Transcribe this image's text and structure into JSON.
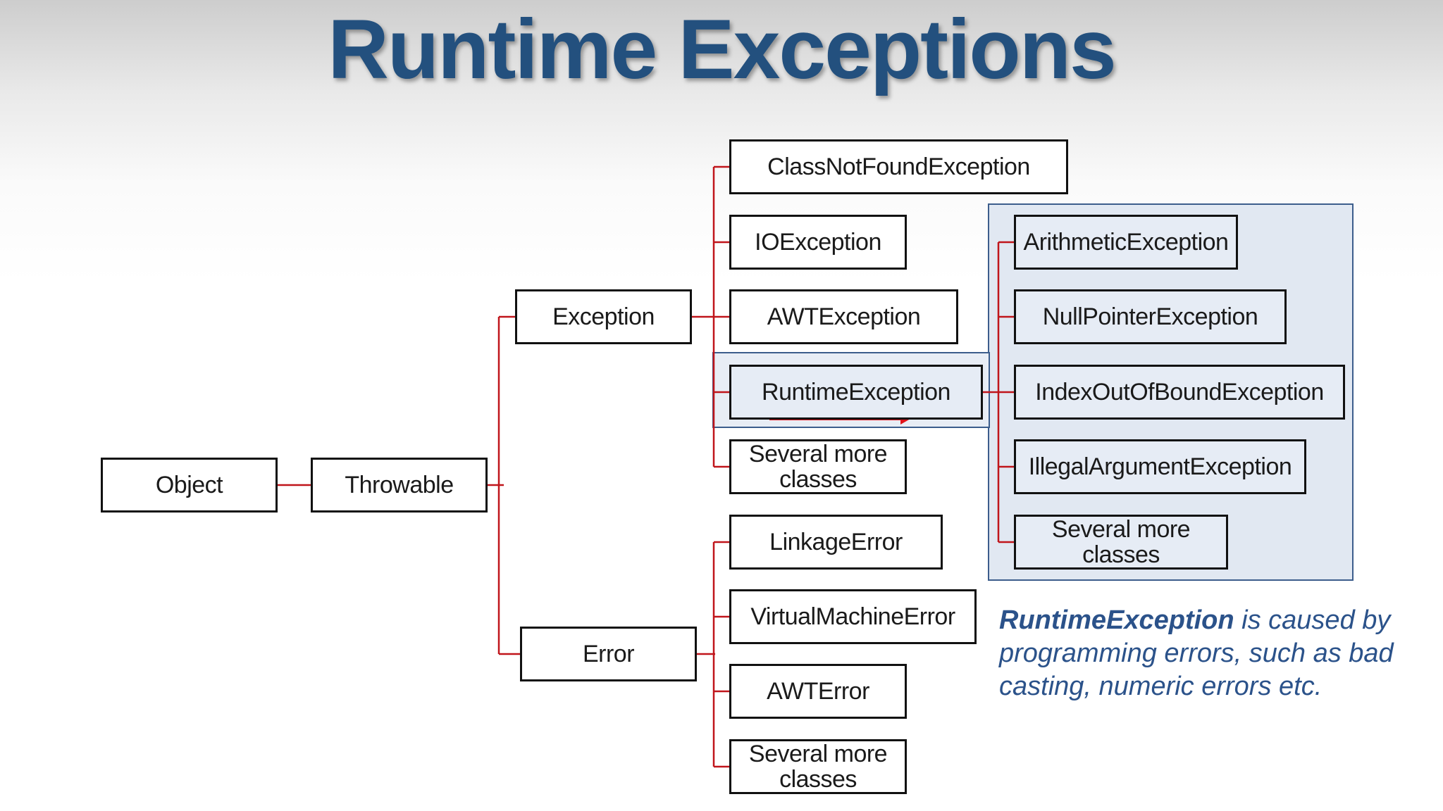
{
  "slide": {
    "title": "Runtime Exceptions"
  },
  "nodes": {
    "object": "Object",
    "throwable": "Throwable",
    "exception": "Exception",
    "error": "Error",
    "class_not_found": "ClassNotFoundException",
    "io": "IOException",
    "awt_exception": "AWTException",
    "runtime": "RuntimeException",
    "exception_more": "Several more classes",
    "linkage": "LinkageError",
    "vm_error": "VirtualMachineError",
    "awt_error": "AWTError",
    "error_more": "Several more classes",
    "arithmetic": "ArithmeticException",
    "null_pointer": "NullPointerException",
    "index_out_of_bound": "IndexOutOfBoundException",
    "illegal_argument": "IllegalArgumentException",
    "runtime_more": "Several more classes"
  },
  "caption": {
    "emphasis": "RuntimeException",
    "text": " is caused by programming errors, such as bad casting, numeric errors etc."
  },
  "colors": {
    "title": "#23507e",
    "connector": "#c0151b",
    "arrow": "#e0141b",
    "group_fill": "#e1e8f2",
    "group_border": "#3c5d8c",
    "caption": "#2b528a"
  }
}
